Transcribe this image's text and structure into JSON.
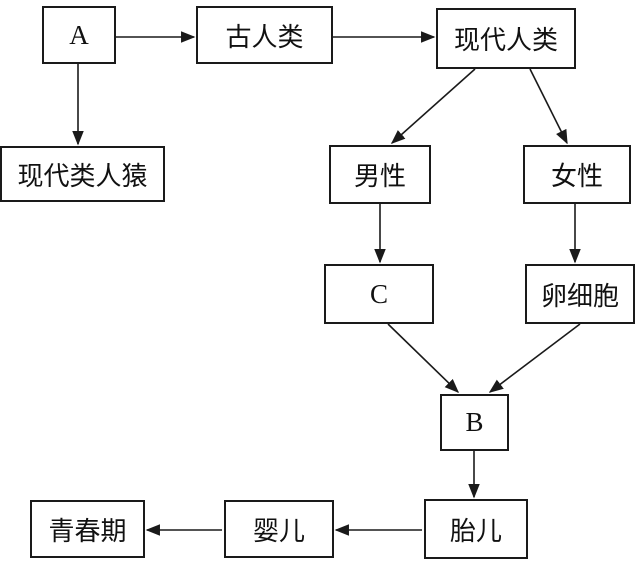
{
  "nodes": {
    "a": "A",
    "ancient_human": "古人类",
    "modern_human": "现代人类",
    "modern_ape": "现代类人猿",
    "male": "男性",
    "female": "女性",
    "c": "C",
    "egg_cell": "卵细胞",
    "b": "B",
    "fetus": "胎儿",
    "infant": "婴儿",
    "adolescence": "青春期"
  },
  "colors": {
    "stroke": "#1a1a1a",
    "text": "#111111",
    "background": "#ffffff"
  }
}
